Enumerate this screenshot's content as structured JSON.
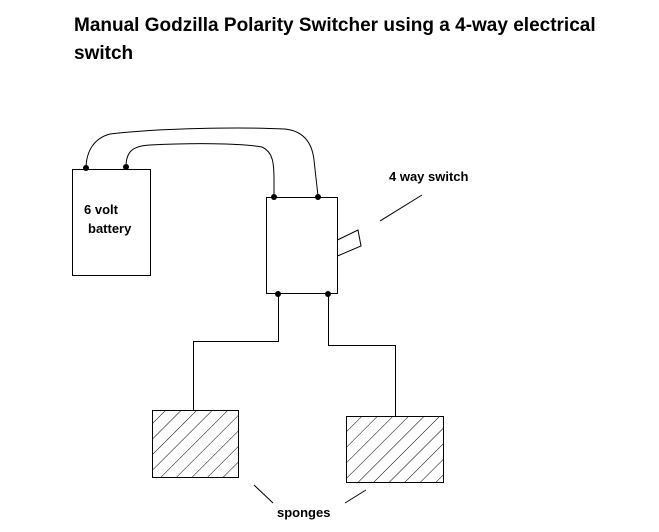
{
  "title": "Manual Godzilla Polarity Switcher  using a 4-way electrical switch",
  "battery": {
    "label_line1": "6 volt",
    "label_line2": "battery"
  },
  "switch": {
    "label": "4 way switch"
  },
  "sponges": {
    "label": "sponges"
  },
  "colors": {
    "line": "#000000",
    "background": "#ffffff"
  }
}
